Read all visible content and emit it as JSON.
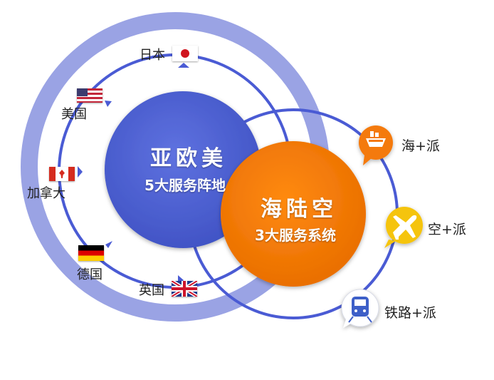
{
  "europe_america": {
    "title": "亚欧美",
    "subtitle": "5大服务阵地",
    "countries": [
      "日本",
      "美国",
      "加拿大",
      "德国",
      "英国"
    ]
  },
  "sea_land_air": {
    "title": "海陆空",
    "subtitle": "3大服务系统",
    "services": [
      "海+派",
      "空+派",
      "铁路+派"
    ]
  },
  "colors": {
    "blue": "#4f63d2",
    "ring_light": "#9aa3e4",
    "orange": "#f27a00",
    "ring_line": "#4a5bd4"
  },
  "icons": [
    "ship-icon",
    "airplane-icon",
    "train-icon"
  ]
}
